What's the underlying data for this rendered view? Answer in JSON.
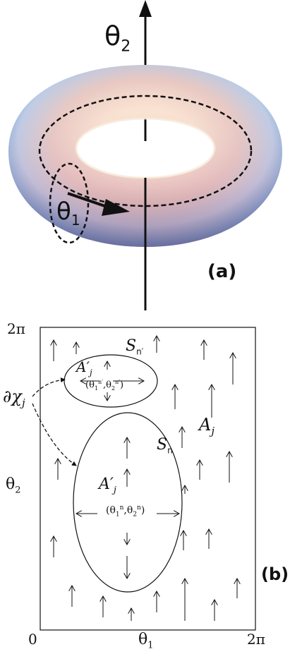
{
  "panel_a": {
    "label": "(a)",
    "axis_label": "θ",
    "axis_sub": "2",
    "loop_label": "θ",
    "loop_sub": "1"
  },
  "panel_b": {
    "label": "(b)",
    "y_max": "2π",
    "y_axis_label": "θ",
    "y_axis_sub": "2",
    "x_min": "0",
    "x_max": "2π",
    "x_axis_label": "θ",
    "x_axis_sub": "1",
    "boundary_label": "∂χ",
    "boundary_sub": "j",
    "region_label": "A",
    "region_sub": "j",
    "small_region": {
      "name": "A",
      "prime": "′",
      "sub": "j",
      "coord_text": "(θ",
      "coord_sub1": "1",
      "coord_sup1": "n′",
      "coord_mid": ",θ",
      "coord_sub2": "2",
      "coord_sup2": "n′",
      "coord_end": ")",
      "s_label": "S",
      "s_sub": "n′"
    },
    "large_region": {
      "name": "A",
      "prime": "′",
      "sub": "j",
      "coord_text": "(θ",
      "coord_sub1": "1",
      "coord_sup1": "n",
      "coord_mid": ",θ",
      "coord_sub2": "2",
      "coord_sup2": "n",
      "coord_end": ")",
      "s_label": "S",
      "s_sub": "n"
    }
  },
  "colors": {
    "torus_inner": "#f2d9c8",
    "torus_blue": "#4f8fcf",
    "torus_pink": "#d9a9b6",
    "ink": "#111111"
  }
}
